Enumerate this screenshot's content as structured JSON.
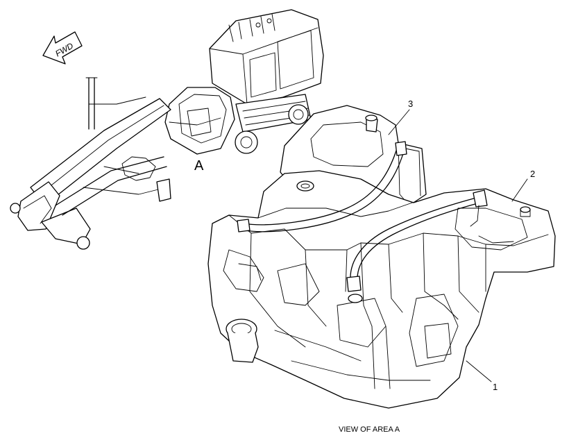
{
  "diagram": {
    "direction_label": "FWD",
    "area_marker": "A",
    "callouts": [
      {
        "id": "1",
        "text": "1"
      },
      {
        "id": "2",
        "text": "2"
      },
      {
        "id": "3",
        "text": "3"
      }
    ],
    "caption": "VIEW OF AREA A"
  }
}
